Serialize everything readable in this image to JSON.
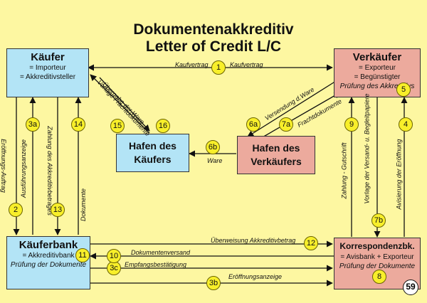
{
  "title": {
    "line1": "Dokumentenakkreditiv",
    "line2": "Letter of Credit L/C"
  },
  "boxes": {
    "kaeufer": {
      "title": "Käufer",
      "line1": "= Importeur",
      "line2": "= Akkreditivsteller"
    },
    "verkaeufer": {
      "title": "Verkäufer",
      "line1": "= Exporteur",
      "line2": "= Begünstigter",
      "line3": "Prüfung des Akkreditivs"
    },
    "hafen_kaeufer": {
      "line1": "Hafen des",
      "line2": "Käufers"
    },
    "hafen_verkaeufer": {
      "line1": "Hafen des",
      "line2": "Verkäufers"
    },
    "kaeuferbank": {
      "title": "Käuferbank",
      "line1": "= Akkreditivbank",
      "line2": "Prüfung der Dokumente"
    },
    "korrespondenzbank": {
      "title": "Korrespondenzbk.",
      "line1": "= Avisbank + Exporteur",
      "line2": "Prüfung der Dokumente"
    }
  },
  "steps": {
    "s1": "1",
    "s2": "2",
    "s3a": "3a",
    "s3b": "3b",
    "s3c": "3c",
    "s4": "4",
    "s5": "5",
    "s6a": "6a",
    "s6b": "6b",
    "s7a": "7a",
    "s7b": "7b",
    "s8": "8",
    "s9": "9",
    "s10": "10",
    "s11": "11",
    "s12": "12",
    "s13": "13",
    "s14": "14",
    "s15": "15",
    "s16": "16"
  },
  "labels": {
    "kaufvertrag_left": "Kaufvertrag",
    "kaufvertrag_right": "Kaufvertrag",
    "uebergabe_ware": "Übergabe der Ware",
    "vorlage_fracht": "Vorlage Frachtdokumente",
    "versendung": "Versendung d.Ware",
    "frachtdokumente": "Frachtdokumente",
    "ware": "Ware",
    "eroeffnungsauftrag": "Eröffnungs-Auftrag",
    "ausfuehrungsanzeige": "Ausführungsanzeige",
    "zahlung_akkreditiv": "Zahlung des Akkreditivbetrages",
    "dokumente": "Dokumente",
    "zahlung_gutschrift": "Zahlung - Gutschrift",
    "vorlage_versand": "Vorlage der Versand- u. Begleitpapiere",
    "avisierung": "Avisierung der Eröffnung",
    "ueberweisung": "Überweisung Akkreditivbetrag",
    "dokumentenversand": "Dokumentenversand",
    "empfangsbestaetigung": "Empfangsbestätigung",
    "eroeffnungsanzeige": "Eröffnungsanzeige"
  },
  "page_number": "59",
  "colors": {
    "background": "#fdf7a1",
    "buyer_side": "#b3e4f6",
    "seller_side": "#ecaa9d",
    "step_marker": "#f8ef2a"
  }
}
